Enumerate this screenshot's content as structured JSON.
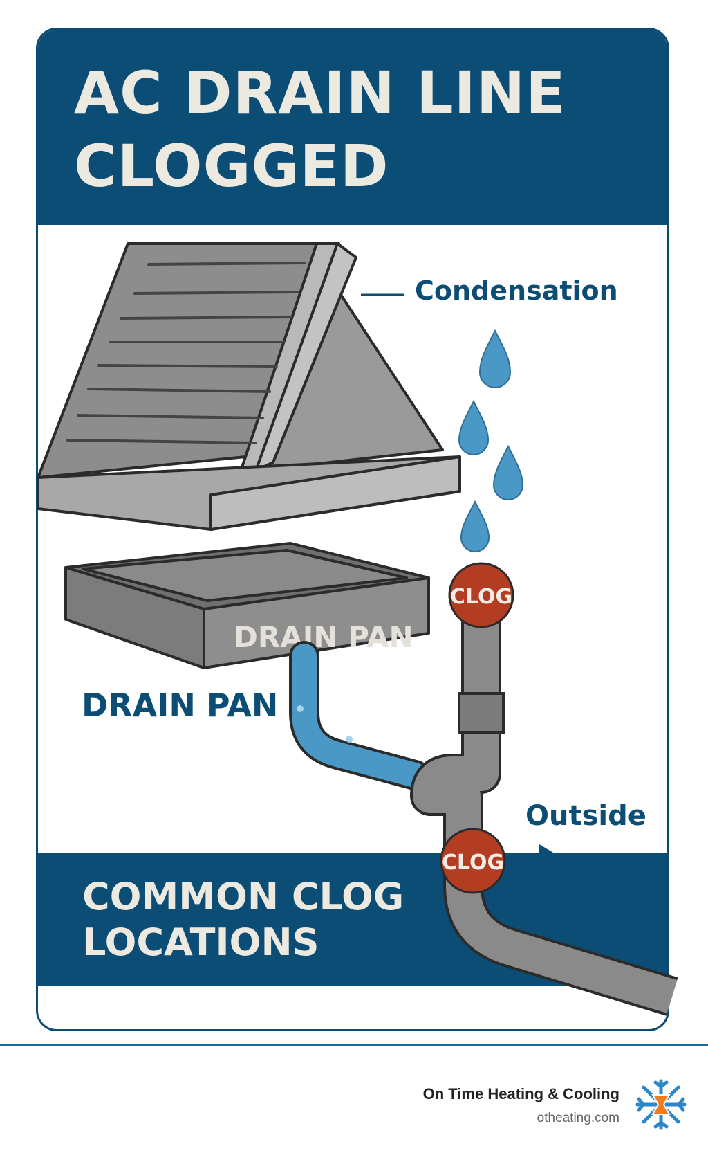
{
  "header": {
    "title_line1": "AC DRAIN LINE",
    "title_line2": "CLOGGED"
  },
  "labels": {
    "condensation": "Condensation",
    "pan_stamp": "DRAIN PAN",
    "pan_caption": "DRAIN PAN",
    "clog_upper": "CLOG",
    "clog_lower": "CLOG",
    "outside": "Outside"
  },
  "footer_section": {
    "line1": "COMMON CLOG",
    "line2": "LOCATIONS"
  },
  "brand": {
    "name": "On Time Heating & Cooling",
    "site": "otheating.com"
  },
  "colors": {
    "navy": "#0b4d75",
    "cream": "#ece9e1",
    "water": "#4a98c6",
    "clog": "#b23d22",
    "metal": "#8a8a8a"
  }
}
